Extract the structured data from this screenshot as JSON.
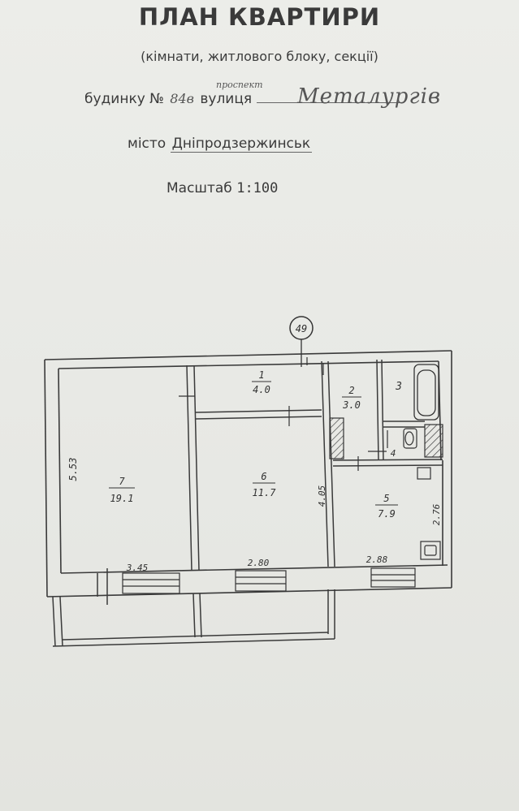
{
  "header": {
    "title": "ПЛАН КВАРТИРИ",
    "subtitle": "(кімнати, житлового блоку, секції)",
    "house_prefix": "будинку №",
    "house_number": "84в",
    "street_type": "проспект",
    "street_word": "вулиця",
    "street_name": "Металургів",
    "city_prefix": "місто",
    "city": "Дніпродзержинськ",
    "scale_label": "Масштаб",
    "scale_value": "1:100"
  },
  "plan": {
    "axis_marker": "49",
    "rooms": [
      {
        "number": "1",
        "area": "4.0"
      },
      {
        "number": "2",
        "area": "3.0"
      },
      {
        "number": "3",
        "area": ""
      },
      {
        "number": "4",
        "area": ""
      },
      {
        "number": "5",
        "area": "7.9"
      },
      {
        "number": "6",
        "area": "11.7"
      },
      {
        "number": "7",
        "area": "19.1"
      }
    ],
    "dimensions": {
      "room7_height": "5.53",
      "room7_width": "3.45",
      "room6_width": "2.80",
      "room6_height": "4.05",
      "room5_width": "2.88",
      "room5_height": "2.76"
    }
  }
}
